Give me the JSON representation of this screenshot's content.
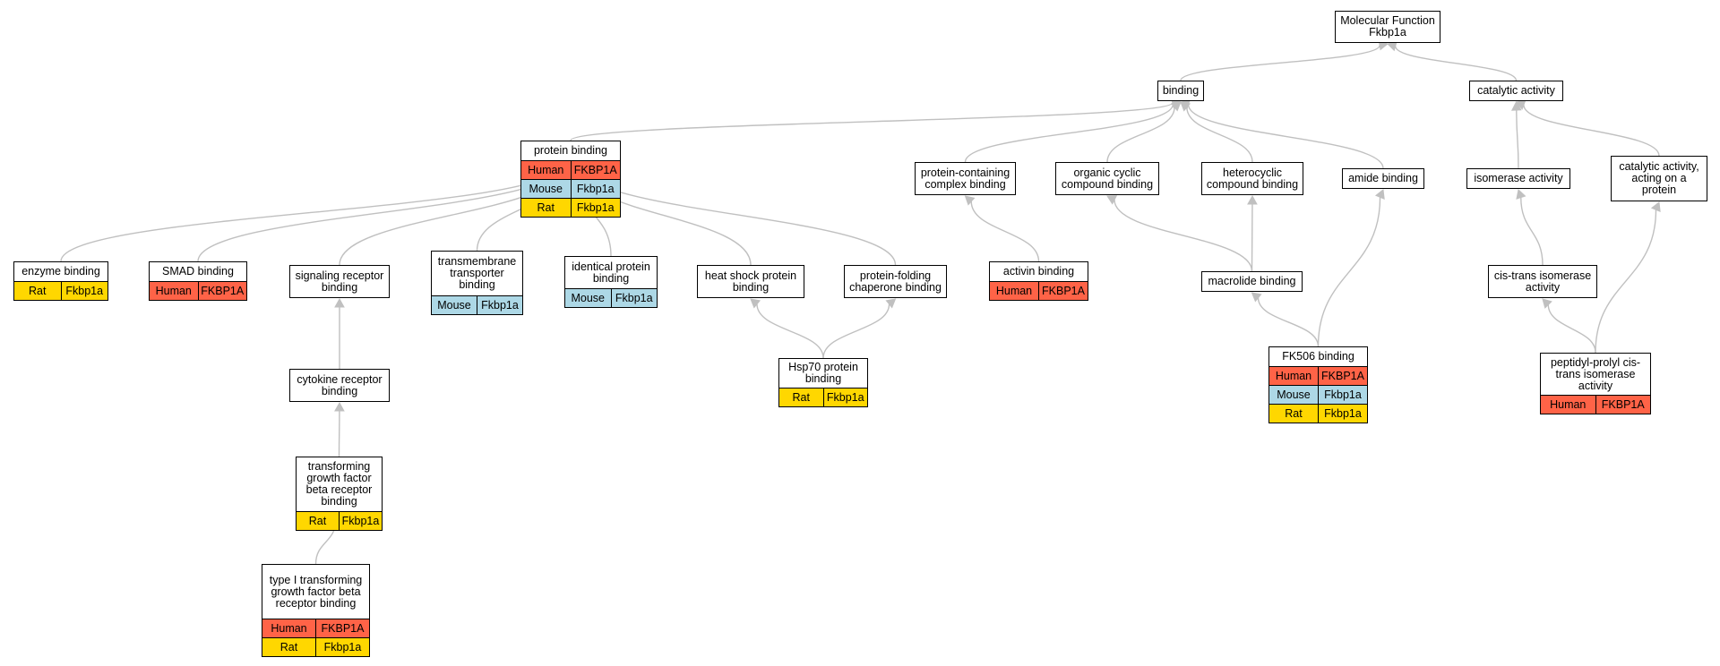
{
  "colors": {
    "human": "#ff6347",
    "mouse": "#add8e6",
    "rat": "#ffd700",
    "edge": "#c0c0c0"
  },
  "nodes": {
    "mf": {
      "label": "Molecular Function\nFkbp1a",
      "rows": []
    },
    "binding": {
      "label": "binding",
      "rows": []
    },
    "catalytic": {
      "label": "catalytic activity",
      "rows": []
    },
    "protein_binding": {
      "label": "protein binding",
      "rows": [
        {
          "species": "Human",
          "gene": "FKBP1A"
        },
        {
          "species": "Mouse",
          "gene": "Fkbp1a"
        },
        {
          "species": "Rat",
          "gene": "Fkbp1a"
        }
      ]
    },
    "pcc_binding": {
      "label": "protein-containing\ncomplex binding",
      "rows": []
    },
    "occ_binding": {
      "label": "organic cyclic\ncompound binding",
      "rows": []
    },
    "het_binding": {
      "label": "heterocyclic\ncompound binding",
      "rows": []
    },
    "amide_binding": {
      "label": "amide binding",
      "rows": []
    },
    "isomerase": {
      "label": "isomerase activity",
      "rows": []
    },
    "cat_protein": {
      "label": "catalytic activity,\nacting on a\nprotein",
      "rows": []
    },
    "enzyme_binding": {
      "label": "enzyme binding",
      "rows": [
        {
          "species": "Rat",
          "gene": "Fkbp1a"
        }
      ]
    },
    "smad_binding": {
      "label": "SMAD binding",
      "rows": [
        {
          "species": "Human",
          "gene": "FKBP1A"
        }
      ]
    },
    "sig_receptor": {
      "label": "signaling receptor\nbinding",
      "rows": []
    },
    "transmembrane": {
      "label": "transmembrane\ntransporter\nbinding",
      "rows": [
        {
          "species": "Mouse",
          "gene": "Fkbp1a"
        }
      ]
    },
    "identical": {
      "label": "identical protein\nbinding",
      "rows": [
        {
          "species": "Mouse",
          "gene": "Fkbp1a"
        }
      ]
    },
    "hsp_binding": {
      "label": "heat shock protein\nbinding",
      "rows": []
    },
    "chaperone": {
      "label": "protein-folding\nchaperone binding",
      "rows": []
    },
    "activin": {
      "label": "activin binding",
      "rows": [
        {
          "species": "Human",
          "gene": "FKBP1A"
        }
      ]
    },
    "macrolide": {
      "label": "macrolide binding",
      "rows": []
    },
    "cistrans": {
      "label": "cis-trans isomerase\nactivity",
      "rows": []
    },
    "cytokine": {
      "label": "cytokine receptor\nbinding",
      "rows": []
    },
    "hsp70": {
      "label": "Hsp70 protein\nbinding",
      "rows": [
        {
          "species": "Rat",
          "gene": "Fkbp1a"
        }
      ]
    },
    "fk506": {
      "label": "FK506 binding",
      "rows": [
        {
          "species": "Human",
          "gene": "FKBP1A"
        },
        {
          "species": "Mouse",
          "gene": "Fkbp1a"
        },
        {
          "species": "Rat",
          "gene": "Fkbp1a"
        }
      ]
    },
    "peptidyl": {
      "label": "peptidyl-prolyl\ncis-trans isomerase\nactivity",
      "rows": [
        {
          "species": "Human",
          "gene": "FKBP1A"
        }
      ]
    },
    "tgfb": {
      "label": "transforming\ngrowth factor\nbeta receptor\nbinding",
      "rows": [
        {
          "species": "Rat",
          "gene": "Fkbp1a"
        }
      ]
    },
    "tgfb1": {
      "label": "type I transforming\ngrowth factor\nbeta receptor\nbinding",
      "rows": [
        {
          "species": "Human",
          "gene": "FKBP1A"
        },
        {
          "species": "Rat",
          "gene": "Fkbp1a"
        }
      ]
    }
  },
  "edges": [
    [
      "binding",
      "mf"
    ],
    [
      "catalytic",
      "mf"
    ],
    [
      "protein_binding",
      "binding"
    ],
    [
      "pcc_binding",
      "binding"
    ],
    [
      "occ_binding",
      "binding"
    ],
    [
      "het_binding",
      "binding"
    ],
    [
      "amide_binding",
      "binding"
    ],
    [
      "isomerase",
      "catalytic"
    ],
    [
      "cat_protein",
      "catalytic"
    ],
    [
      "enzyme_binding",
      "protein_binding"
    ],
    [
      "smad_binding",
      "protein_binding"
    ],
    [
      "sig_receptor",
      "protein_binding"
    ],
    [
      "transmembrane",
      "protein_binding"
    ],
    [
      "identical",
      "protein_binding"
    ],
    [
      "hsp_binding",
      "protein_binding"
    ],
    [
      "chaperone",
      "protein_binding"
    ],
    [
      "activin",
      "pcc_binding"
    ],
    [
      "macrolide",
      "occ_binding"
    ],
    [
      "macrolide",
      "het_binding"
    ],
    [
      "cistrans",
      "isomerase"
    ],
    [
      "cytokine",
      "sig_receptor"
    ],
    [
      "hsp70",
      "hsp_binding"
    ],
    [
      "hsp70",
      "chaperone"
    ],
    [
      "fk506",
      "macrolide"
    ],
    [
      "fk506",
      "amide_binding"
    ],
    [
      "peptidyl",
      "cistrans"
    ],
    [
      "peptidyl",
      "cat_protein"
    ],
    [
      "tgfb",
      "cytokine"
    ],
    [
      "tgfb1",
      "tgfb"
    ]
  ]
}
